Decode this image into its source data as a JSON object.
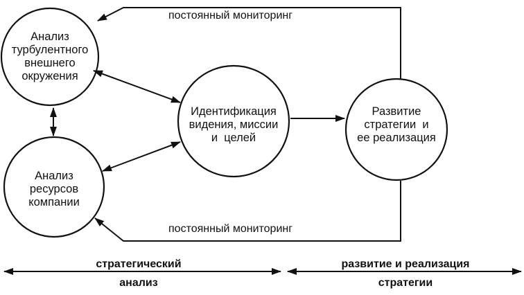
{
  "diagram": {
    "nodes": {
      "environment": [
        "Анализ",
        "турбулентного",
        "внешнего",
        "окружения"
      ],
      "resources": [
        "Анализ",
        "ресурсов",
        "компании"
      ],
      "vision": [
        "Идентификация",
        "видения, миссии",
        "и  целей"
      ],
      "strategy": [
        "Развитие",
        "стратегии  и",
        "ее реализация"
      ]
    },
    "monitoring": {
      "top": "постоянный мониторинг",
      "bottom": "постоянный мониторинг"
    },
    "phases": {
      "analysis": {
        "line1": "стратегический",
        "line2": "анализ"
      },
      "implementation": {
        "line1": "развитие и реализация",
        "line2": "стратегии"
      }
    }
  }
}
